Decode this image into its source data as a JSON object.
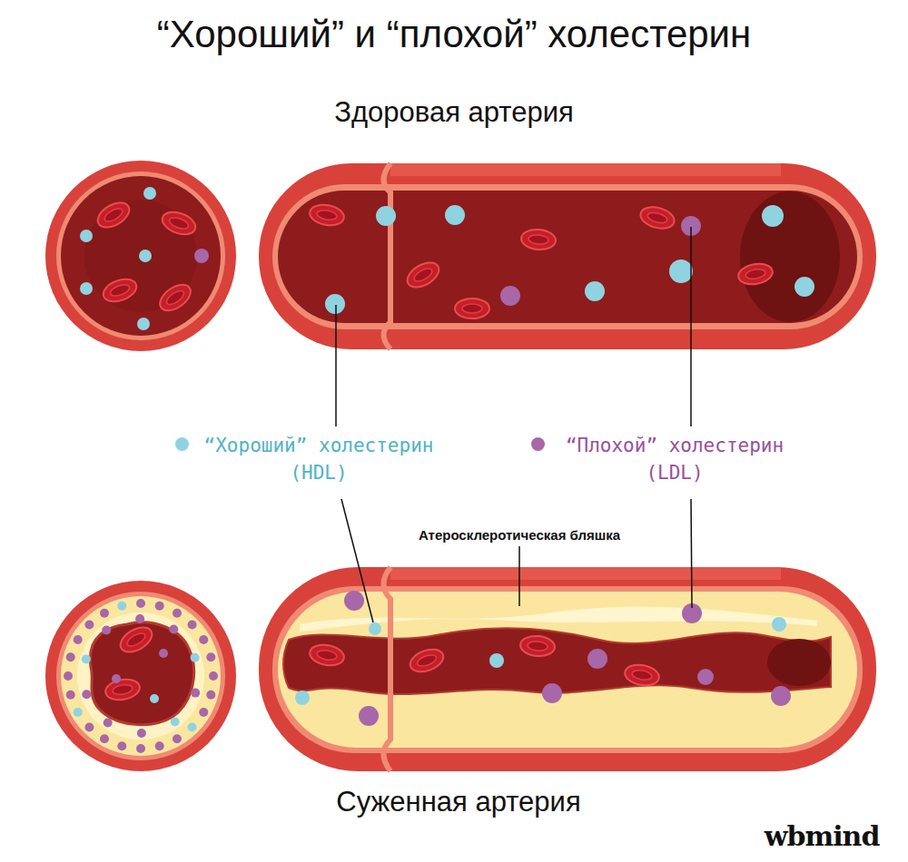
{
  "diagram": {
    "title": "“Хороший” и “плохой” холестерин",
    "labels": [
      "Здоровая артерия",
      "Атеросклеротическая бляшка",
      "Суженная артерия",
      "wbmind"
    ],
    "legend": [
      {
        "text": "“Хороший” холестерин (HDL)",
        "color": "#8fd3e0"
      },
      {
        "text": "“Плохой” холестерин (LDL)",
        "color": "#a867a8"
      }
    ]
  }
}
